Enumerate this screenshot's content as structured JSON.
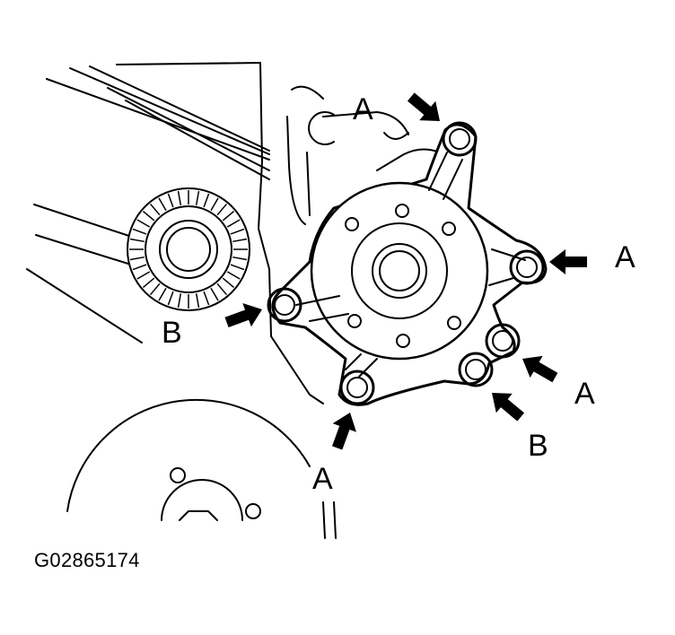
{
  "figure_code": "G02865174",
  "callouts": {
    "top": "A",
    "right_upper": "A",
    "right_lower": "A",
    "bottom_left": "A",
    "left": "B",
    "bottom_right": "B"
  },
  "colors": {
    "ink": "#000000",
    "paper": "#ffffff"
  }
}
